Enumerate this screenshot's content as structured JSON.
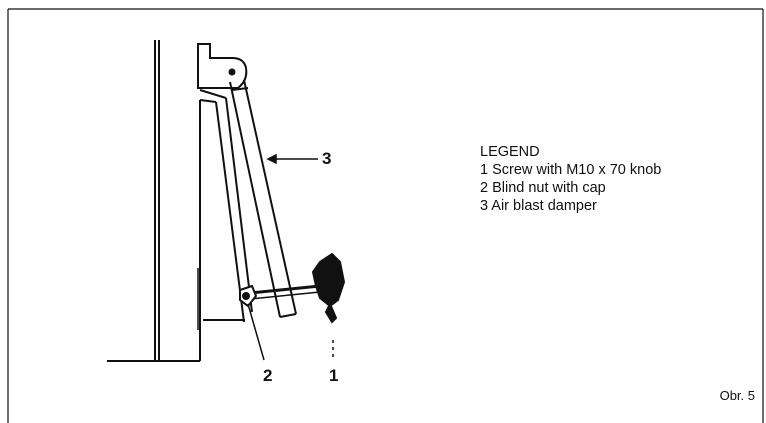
{
  "legend": {
    "title": "LEGEND",
    "items": [
      "1 Screw with M10 x 70 knob",
      "2 Blind nut with cap",
      "3 Air blast damper"
    ]
  },
  "callouts": {
    "one": "1",
    "two": "2",
    "three": "3"
  },
  "figure_caption": "Obr. 5"
}
